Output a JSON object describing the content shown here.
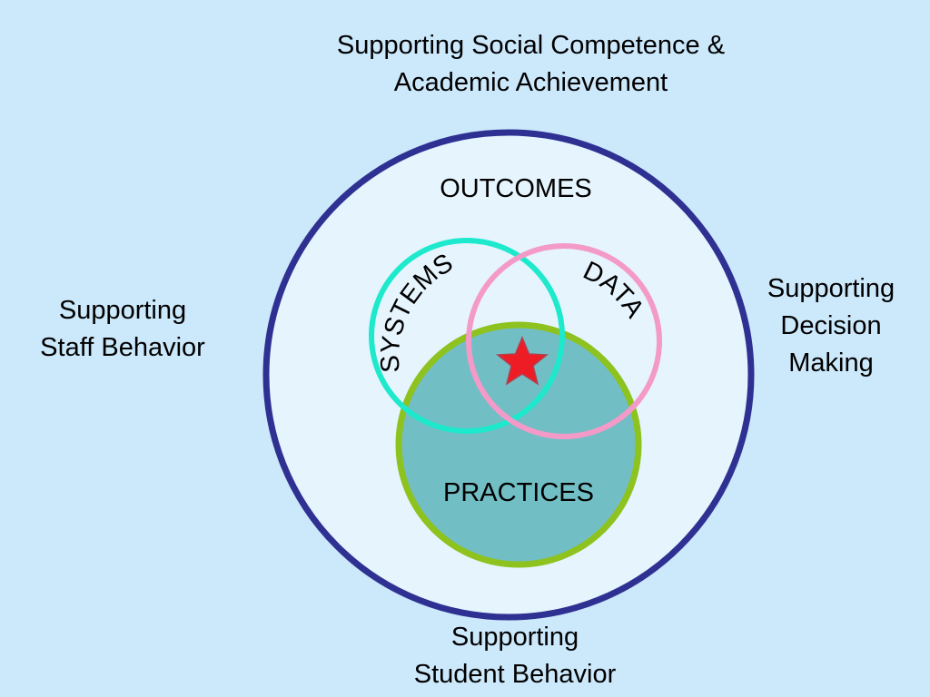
{
  "background_color": "#cce8fb",
  "colors": {
    "outer_ring": "#2e3192",
    "outer_fill": "#e6f4fd",
    "practices_ring": "#8dc21f",
    "practices_fill": "#72bec5",
    "systems_ring": "#1de9cc",
    "data_ring": "#f49ac8",
    "star": "#ee1c25"
  },
  "labels": {
    "top": {
      "line1": "Supporting Social Competence &",
      "line2": "Academic Achievement"
    },
    "left": {
      "line1": "Supporting",
      "line2": "Staff Behavior"
    },
    "right": {
      "line1": "Supporting",
      "line2": "Decision",
      "line3": "Making"
    },
    "bottom": {
      "line1": "Supporting",
      "line2": "Student Behavior"
    }
  },
  "diagram": {
    "outcomes": "OUTCOMES",
    "systems": "SYSTEMS",
    "data": "DATA",
    "practices": "PRACTICES",
    "center_icon": "star-icon"
  }
}
